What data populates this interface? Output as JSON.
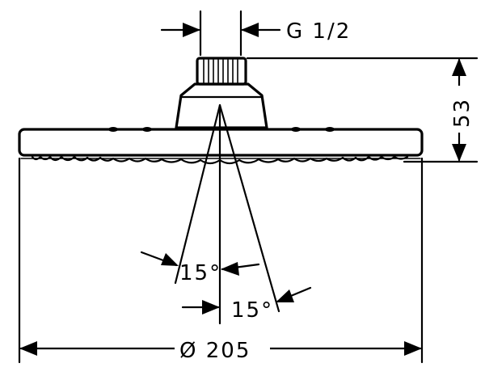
{
  "dimensions": {
    "thread": "G 1/2",
    "height": "53",
    "diameter": "Ø 205",
    "angle_upper": "15°",
    "angle_lower": "15°"
  }
}
